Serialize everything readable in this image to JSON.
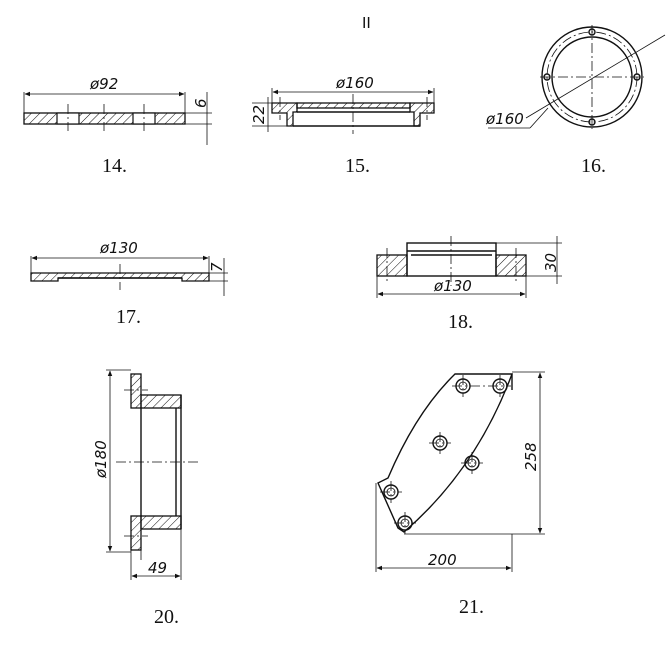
{
  "header": {
    "section_mark": "II"
  },
  "parts": [
    {
      "caption": "14.",
      "dims": {
        "diameter": "ø92",
        "height": "6"
      }
    },
    {
      "caption": "15.",
      "dims": {
        "diameter": "ø160",
        "height": "22"
      }
    },
    {
      "caption": "16.",
      "dims": {
        "diameter": "ø160"
      }
    },
    {
      "caption": "17.",
      "dims": {
        "diameter": "ø130",
        "height": "7"
      }
    },
    {
      "caption": "18.",
      "dims": {
        "diameter": "ø130",
        "height": "30"
      }
    },
    {
      "caption": "20.",
      "dims": {
        "diameter": "ø180",
        "length": "49"
      }
    },
    {
      "caption": "21.",
      "dims": {
        "height": "258",
        "width": "200"
      }
    }
  ]
}
